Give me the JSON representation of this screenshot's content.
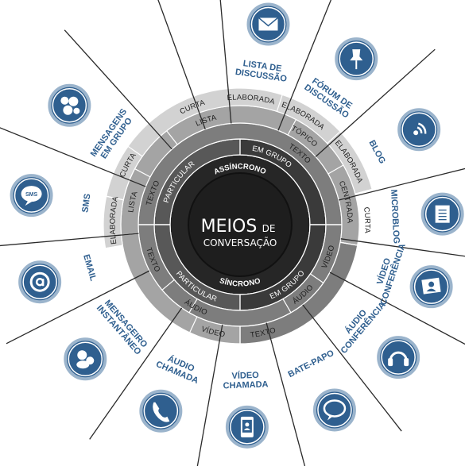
{
  "center": {
    "title_big": "MEIOS",
    "title_de": "DE",
    "title_sub": "CONVERSAÇÃO"
  },
  "hub": {
    "top": "ASSÍNCRONO",
    "bottom": "SÍNCRONO"
  },
  "ring3": [
    {
      "key": "em_grupo_top",
      "text": "EM GRUPO"
    },
    {
      "key": "particular_top",
      "text": "PARTICULAR"
    },
    {
      "key": "particular_bot",
      "text": "PARTICULAR"
    },
    {
      "key": "em_grupo_bot",
      "text": "EM GRUPO"
    }
  ],
  "ring4": [
    {
      "key": "texto_top",
      "text": "TEXTO"
    },
    {
      "key": "texto_left",
      "text": "TEXTO"
    },
    {
      "key": "texto_bl",
      "text": "TEXTO"
    },
    {
      "key": "audio_bl",
      "text": "ÁUDIO"
    },
    {
      "key": "audio_br",
      "text": "ÁUDIO"
    },
    {
      "key": "video_br",
      "text": "VÍDEO"
    }
  ],
  "ring5": [
    {
      "key": "lista_top",
      "text": "LISTA"
    },
    {
      "key": "topico",
      "text": "TÓPICO"
    },
    {
      "key": "centrada",
      "text": "CENTRADA"
    },
    {
      "key": "lista_left",
      "text": "LISTA"
    },
    {
      "key": "video_b",
      "text": "VÍDEO"
    },
    {
      "key": "texto_b",
      "text": "TEXTO"
    }
  ],
  "ring6": [
    {
      "key": "elaborada_top",
      "text": "ELABORADA"
    },
    {
      "key": "curta_tl",
      "text": "CURTA"
    },
    {
      "key": "elaborada_tr",
      "text": "ELABORADA"
    },
    {
      "key": "elaborada_r",
      "text": "ELABORADA"
    },
    {
      "key": "curta_r",
      "text": "CURTA"
    },
    {
      "key": "curta_l",
      "text": "CURTA"
    },
    {
      "key": "elaborada_l",
      "text": "ELABORADA"
    }
  ],
  "items": [
    {
      "key": "lista_discussao",
      "lines": [
        "LISTA DE",
        "DISCUSSÃO"
      ],
      "icon": "envelope-icon"
    },
    {
      "key": "forum",
      "lines": [
        "FÓRUM DE",
        "DISCUSSÃO"
      ],
      "icon": "pushpin-icon"
    },
    {
      "key": "blog",
      "lines": [
        "BLOG"
      ],
      "icon": "broadcast-icon"
    },
    {
      "key": "microblog",
      "lines": [
        "MICROBLOG"
      ],
      "icon": "note-icon"
    },
    {
      "key": "video_conferencia",
      "lines": [
        "VÍDEO",
        "CONFERÊNCIA"
      ],
      "icon": "video-screen-icon"
    },
    {
      "key": "audio_conferencia",
      "lines": [
        "ÁUDIO",
        "CONFERÊNCIA"
      ],
      "icon": "headset-icon"
    },
    {
      "key": "bate_papo",
      "lines": [
        "BATE-PAPO"
      ],
      "icon": "speech-bubble-icon"
    },
    {
      "key": "video_chamada",
      "lines": [
        "VÍDEO",
        "CHAMADA"
      ],
      "icon": "mobile-video-icon"
    },
    {
      "key": "audio_chamada",
      "lines": [
        "ÁUDIO",
        "CHAMADA"
      ],
      "icon": "phone-icon"
    },
    {
      "key": "mensageiro",
      "lines": [
        "MENSAGEIRO",
        "INSTANTÂNEO"
      ],
      "icon": "chat-people-icon"
    },
    {
      "key": "email",
      "lines": [
        "EMAIL"
      ],
      "icon": "at-sign-icon"
    },
    {
      "key": "sms",
      "lines": [
        "SMS"
      ],
      "icon": "sms-icon",
      "icon_text": "SMS"
    },
    {
      "key": "mensagens_grupo",
      "lines": [
        "MENSAGENS",
        "EM GRUPO"
      ],
      "icon": "group-chat-icon"
    }
  ],
  "colors": {
    "hub": "#262626",
    "ring2": "#3a3a3a",
    "ring3": "#585858",
    "ring4": "#7d7d7d",
    "ring5": "#a4a4a4",
    "ring6": "#d2d2d2",
    "icon_fill": "#2f5f8f",
    "label_blue": "#2f5f8f"
  }
}
